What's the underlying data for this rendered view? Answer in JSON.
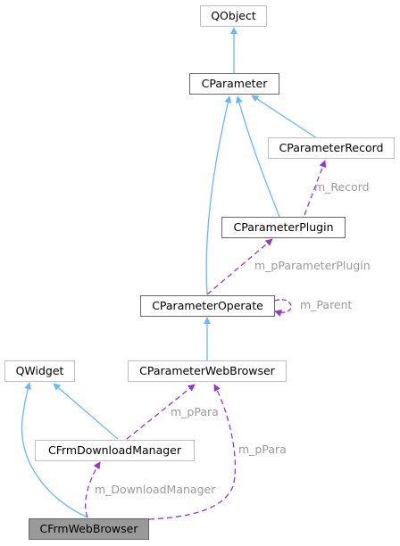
{
  "nodes": {
    "qobject": "QObject",
    "cparameter": "CParameter",
    "cparameter_record": "CParameterRecord",
    "cparameter_plugin": "CParameterPlugin",
    "cparameter_operate": "CParameterOperate",
    "qwidget": "QWidget",
    "cparameter_web_browser": "CParameterWebBrowser",
    "cfrm_download_manager": "CFrmDownloadManager",
    "cfrm_web_browser": "CFrmWebBrowser"
  },
  "edge_labels": {
    "record": "m_Record",
    "plugin": "m_pParameterPlugin",
    "parent": "m_Parent",
    "para_download": "m_pPara",
    "para_browser": "m_pPara",
    "download_manager": "m_DownloadManager"
  },
  "colors": {
    "inheritance": "#63b8ff",
    "usage": "#9a32cd",
    "edge_label": "#9a9a9a",
    "current_node_fill": "#999999"
  }
}
